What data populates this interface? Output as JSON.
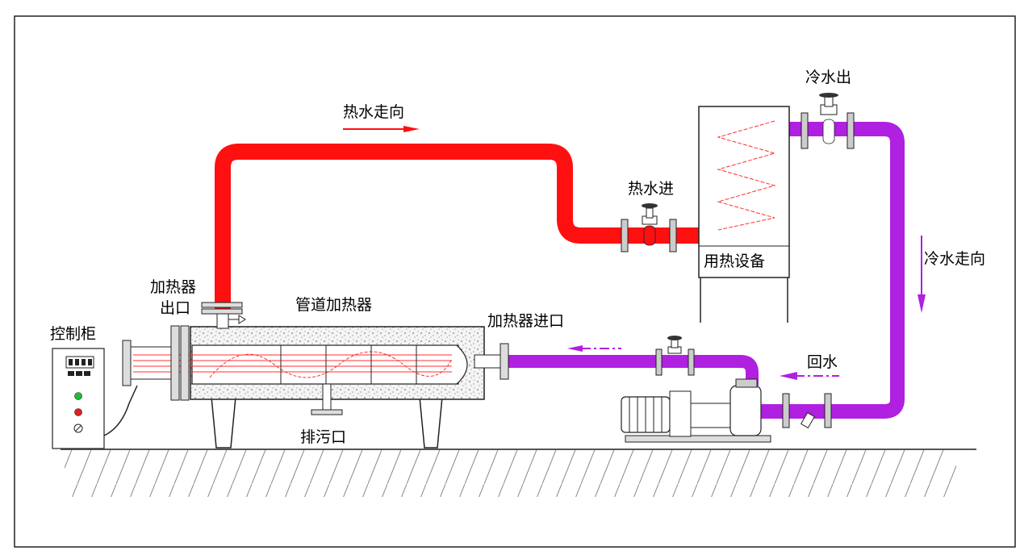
{
  "labels": {
    "hot_flow": "热水走向",
    "hot_in": "热水进",
    "cold_out": "冷水出",
    "cold_flow": "冷水走向",
    "heat_equipment": "用热设备",
    "heater_outlet_line1": "加热器",
    "heater_outlet_line2": "出口",
    "pipe_heater": "管道加热器",
    "heater_inlet": "加热器进口",
    "control_cabinet": "控制柜",
    "return_water": "回水",
    "drain": "排污口"
  },
  "colors": {
    "hot_pipe": "#ff1010",
    "cold_pipe": "#b020e0",
    "cold_arrow": "#b020e0",
    "outline": "#222222",
    "ground_hatch": "#888888"
  }
}
